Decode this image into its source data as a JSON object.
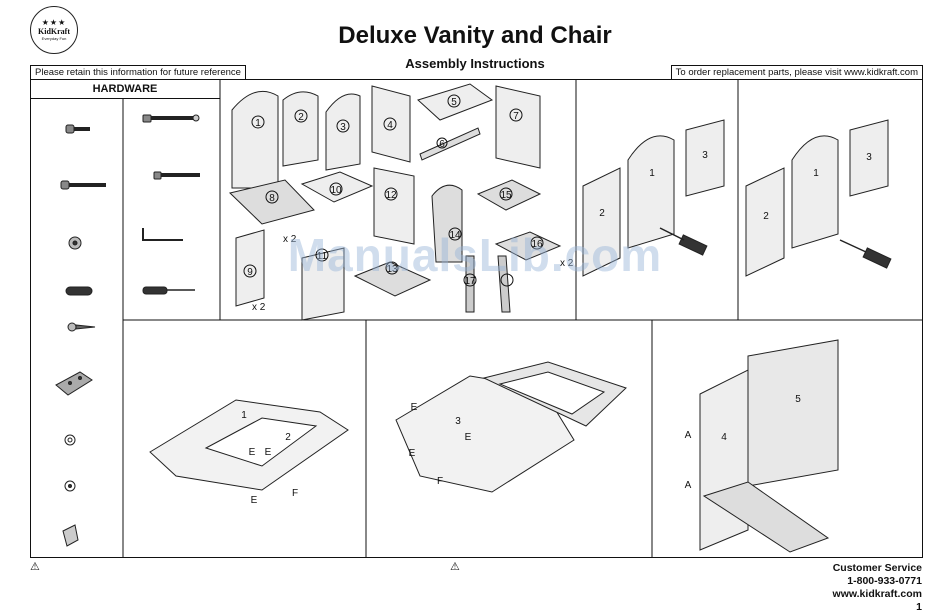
{
  "logo": {
    "brand": "KidKraft",
    "tagline": "Everyday Fun",
    "stars": "★★★"
  },
  "header": {
    "title": "Deluxe Vanity and Chair",
    "subtitle": "Assembly Instructions",
    "retain_note": "Please retain this information for future reference",
    "order_note": "To order replacement parts, please visit www.kidkraft.com"
  },
  "hardware": {
    "heading": "HARDWARE"
  },
  "parts": {
    "labels": [
      "1",
      "2",
      "3",
      "4",
      "5",
      "6",
      "7",
      "8",
      "9",
      "10",
      "11",
      "12",
      "13",
      "14",
      "15",
      "16",
      "17"
    ],
    "qty_x2": "x 2"
  },
  "steps": {
    "letter_a": "A",
    "letter_e": "E",
    "letter_f": "F",
    "panel_one": "1",
    "panel_two": "2",
    "panel_three": "3",
    "panel_four": "4",
    "panel_five": "5"
  },
  "watermark": "ManualsLib.com",
  "footer": {
    "warning_icon": "⚠",
    "cs_title": "Customer Service",
    "cs_phone": "1-800-933-0771",
    "cs_web": "www.kidkraft.com",
    "page_number": "1"
  }
}
